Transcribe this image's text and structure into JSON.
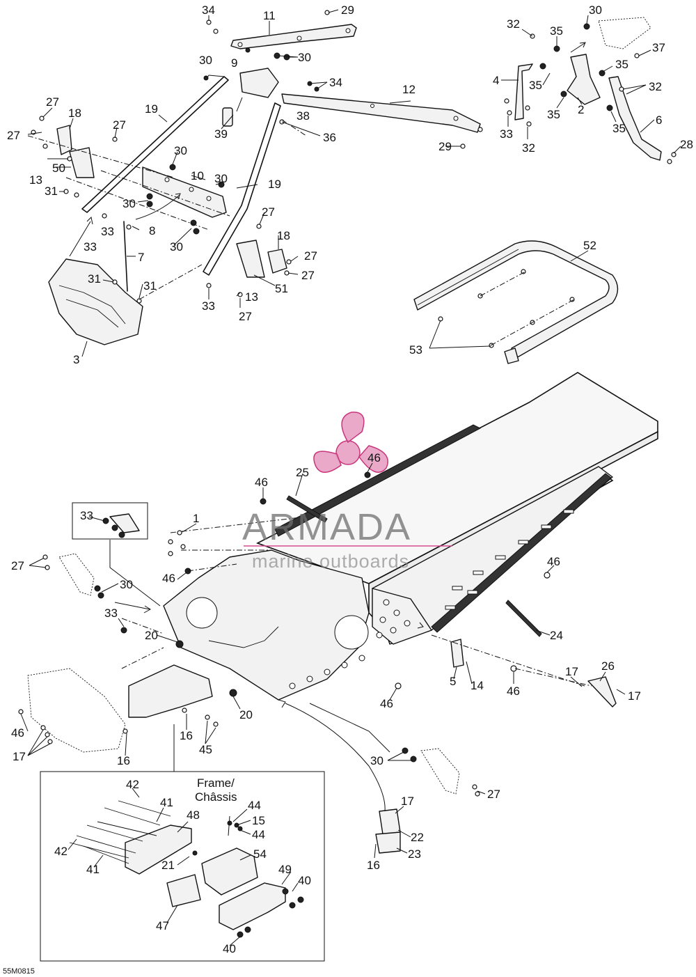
{
  "diagram": {
    "code": "55M0815",
    "inset_title_line1": "Frame/",
    "inset_title_line2": "Châssis",
    "callouts": {
      "c1": "1",
      "c2": "2",
      "c3": "3",
      "c4": "4",
      "c5": "5",
      "c6": "6",
      "c7": "7",
      "c8": "8",
      "c9": "9",
      "c10": "10",
      "c11": "11",
      "c12": "12",
      "c13a": "13",
      "c13b": "13",
      "c14": "14",
      "c15": "15",
      "c16a": "16",
      "c16b": "16",
      "c16c": "16",
      "c17a": "17",
      "c17b": "17",
      "c17c": "17",
      "c17d": "17",
      "c18a": "18",
      "c18b": "18",
      "c19a": "19",
      "c19b": "19",
      "c20a": "20",
      "c20b": "20",
      "c21": "21",
      "c22": "22",
      "c23": "23",
      "c24": "24",
      "c25": "25",
      "c26": "26",
      "c27a": "27",
      "c27b": "27",
      "c27c": "27",
      "c27d": "27",
      "c27e": "27",
      "c27f": "27",
      "c27g": "27",
      "c27h": "27",
      "c27i": "27",
      "c28": "28",
      "c29a": "29",
      "c29b": "29",
      "c30a": "30",
      "c30b": "30",
      "c30c": "30",
      "c30d": "30",
      "c30e": "30",
      "c30f": "30",
      "c30g": "30",
      "c30h": "30",
      "c30i": "30",
      "c31a": "31",
      "c31b": "31",
      "c31c": "31",
      "c32a": "32",
      "c32b": "32",
      "c32c": "32",
      "c33a": "33",
      "c33b": "33",
      "c33c": "33",
      "c33d": "33",
      "c33e": "33",
      "c33f": "33",
      "c34a": "34",
      "c34b": "34",
      "c35a": "35",
      "c35b": "35",
      "c35c": "35",
      "c35d": "35",
      "c35e": "35",
      "c36": "36",
      "c37": "37",
      "c38": "38",
      "c39": "39",
      "c40a": "40",
      "c40b": "40",
      "c41a": "41",
      "c41b": "41",
      "c42a": "42",
      "c42b": "42",
      "c44a": "44",
      "c44b": "44",
      "c45": "45",
      "c46a": "46",
      "c46b": "46",
      "c46c": "46",
      "c46d": "46",
      "c46e": "46",
      "c46f": "46",
      "c46g": "46",
      "c47": "47",
      "c48": "48",
      "c49": "49",
      "c50": "50",
      "c51": "51",
      "c52": "52",
      "c53": "53",
      "c54": "54"
    }
  },
  "watermark": {
    "brand": "ARMADA",
    "tagline": "marine outboards",
    "logo_color": "#e79ac0"
  }
}
